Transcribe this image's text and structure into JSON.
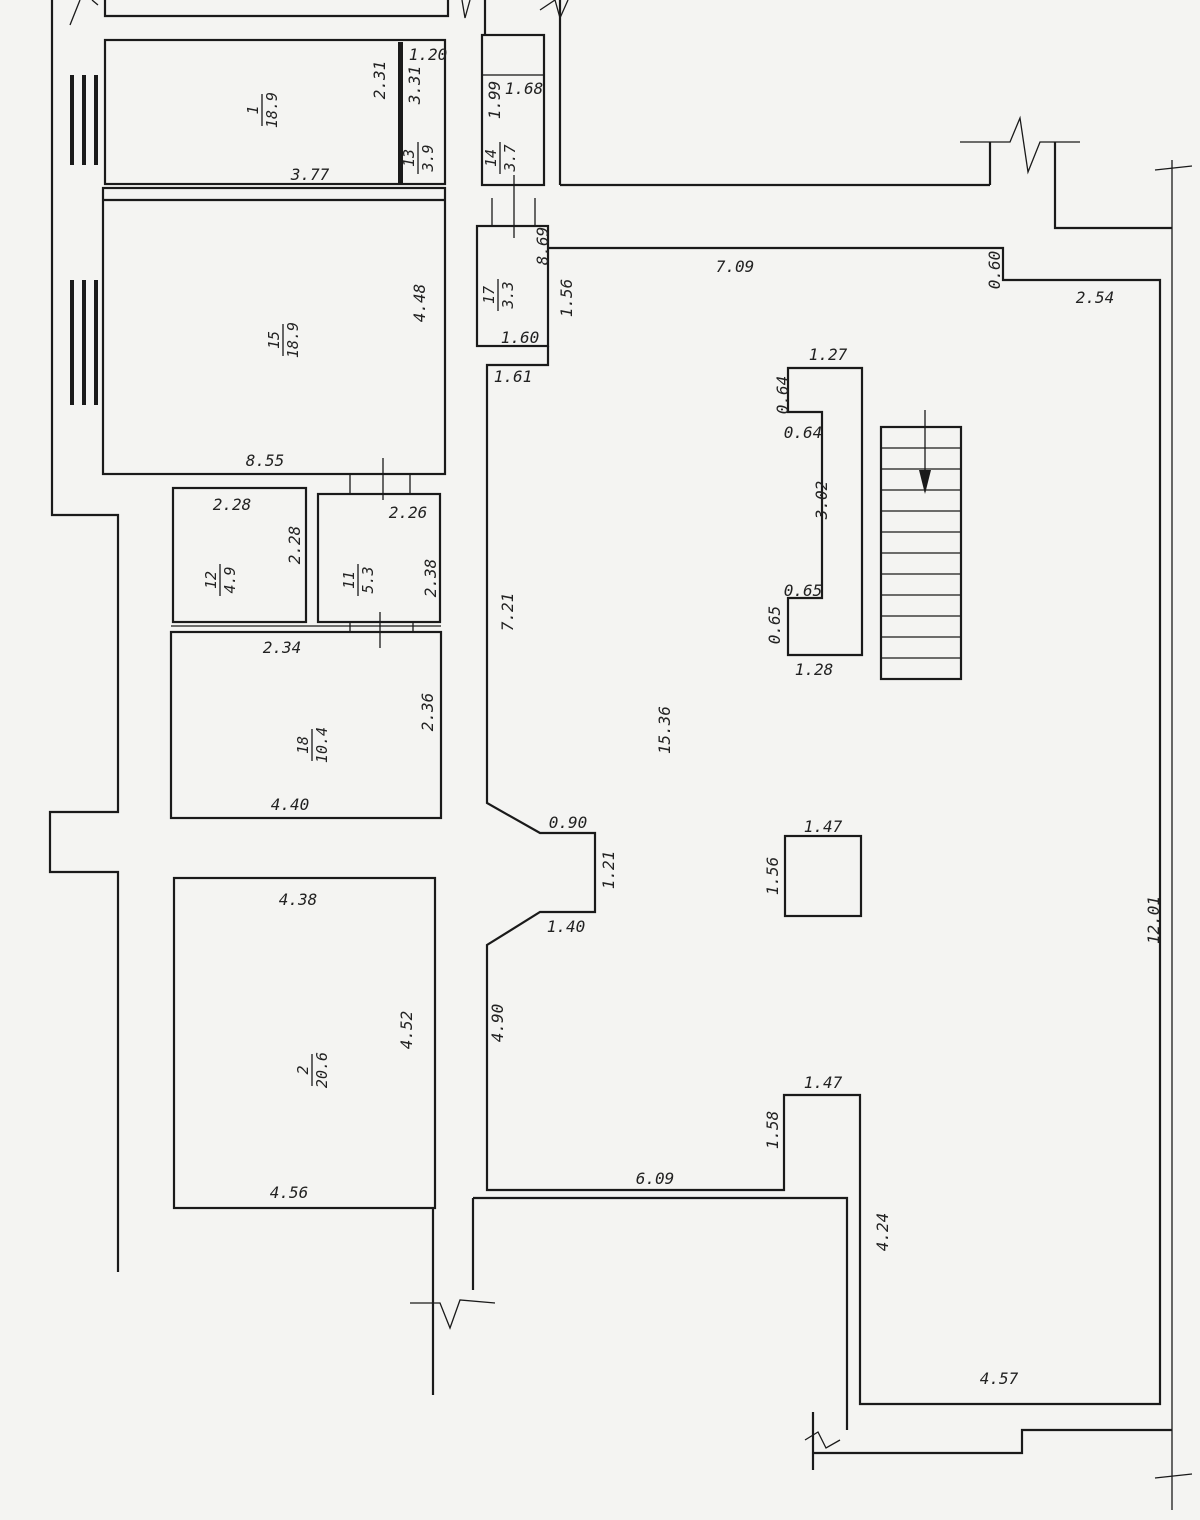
{
  "dimensions": [
    "1.20",
    "2.31",
    "3.31",
    "3.77",
    "1.99",
    "1.68",
    "7.09",
    "0.60",
    "2.54",
    "8.69",
    "1.56",
    "1.60",
    "1.61",
    "4.48",
    "8.55",
    "2.28",
    "2.28",
    "2.26",
    "2.38",
    "2.34",
    "2.36",
    "4.40",
    "7.21",
    "15.36",
    "0.90",
    "1.21",
    "1.40",
    "4.90",
    "4.38",
    "4.52",
    "4.56",
    "6.09",
    "1.27",
    "0.64",
    "0.64",
    "3.02",
    "0.65",
    "0.65",
    "1.28",
    "1.47",
    "1.56",
    "1.47",
    "1.58",
    "4.24",
    "4.57",
    "12.01"
  ],
  "rooms": [
    {
      "number": "1",
      "area": "18.9"
    },
    {
      "number": "13",
      "area": "3.9"
    },
    {
      "number": "14",
      "area": "3.7"
    },
    {
      "number": "17",
      "area": "3.3"
    },
    {
      "number": "15",
      "area": "18.9"
    },
    {
      "number": "12",
      "area": "4.9"
    },
    {
      "number": "11",
      "area": "5.3"
    },
    {
      "number": "18",
      "area": "10.4"
    },
    {
      "number": "2",
      "area": "20.6"
    }
  ]
}
